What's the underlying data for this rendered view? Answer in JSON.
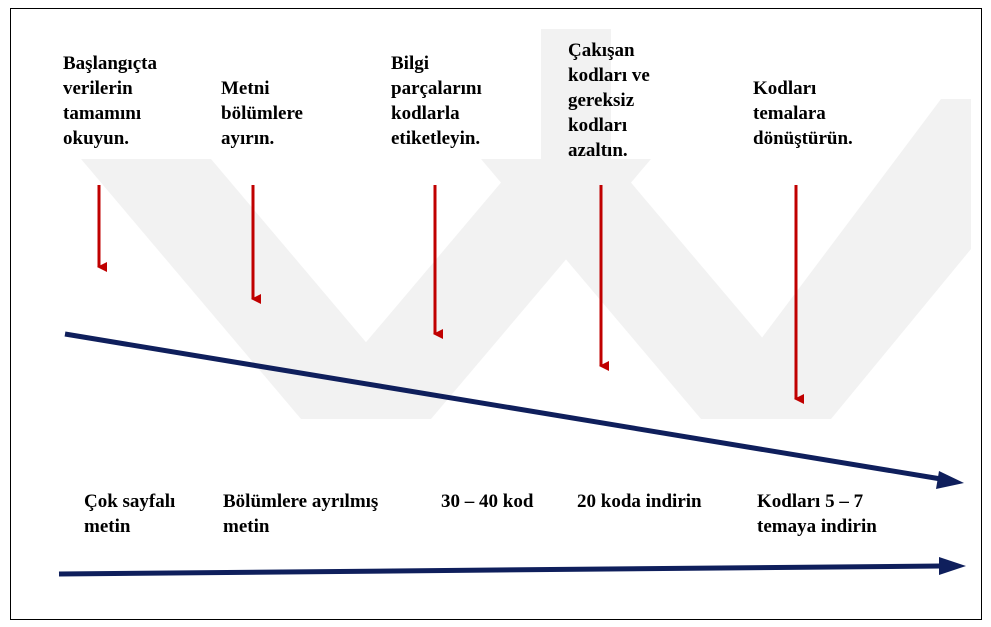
{
  "steps": [
    {
      "text": "Başlangıçta\nverilerin\ntamamını\nokuyun."
    },
    {
      "text": "Metni\nbölümlere\nayırın."
    },
    {
      "text": "Bilgi\nparçalarını\nkodlarla\netiketleyin."
    },
    {
      "text": "Çakışan\nkodları ve\ngereksiz\nkodları\nazaltın."
    },
    {
      "text": "Kodları\ntemalara\ndönüştürün."
    }
  ],
  "stages": [
    {
      "text": "Çok sayfalı\nmetin"
    },
    {
      "text": "Bölümlere ayrılmış\nmetin"
    },
    {
      "text": "30 – 40 kod"
    },
    {
      "text": "20 koda indirin"
    },
    {
      "text": "Kodları 5 – 7\ntemaya indirin"
    }
  ],
  "colors": {
    "step_arrow": "#c00000",
    "main_arrow": "#0f1f5c",
    "watermark": "#f0f0f0"
  }
}
